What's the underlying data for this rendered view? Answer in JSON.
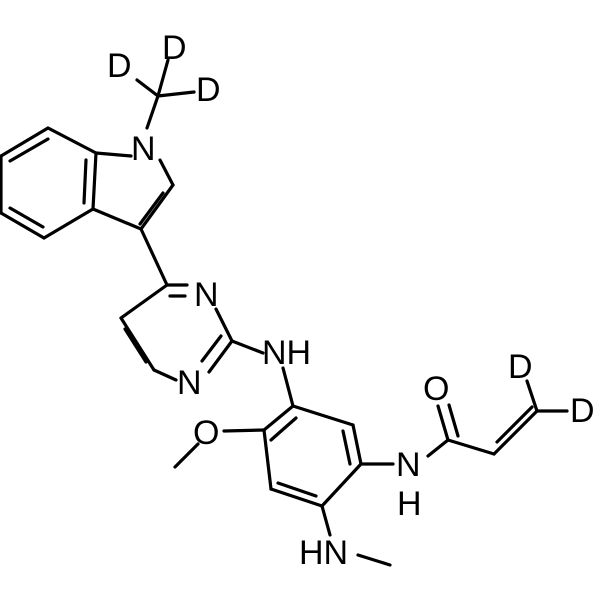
{
  "diagram": {
    "type": "chemical-structure",
    "atom_labels": {
      "d_top": "D",
      "d_left": "D",
      "d_right": "D",
      "n_indole": "N",
      "n_pyr_top": "N",
      "n_pyr_bottom": "N",
      "nh_amine": "NH",
      "o_methoxy": "O",
      "o_carbonyl": "O",
      "d_vinyl_top": "D",
      "d_vinyl_right": "D",
      "n_amide": "N",
      "h_amide": "H",
      "hn_methylamino": "HN"
    }
  }
}
